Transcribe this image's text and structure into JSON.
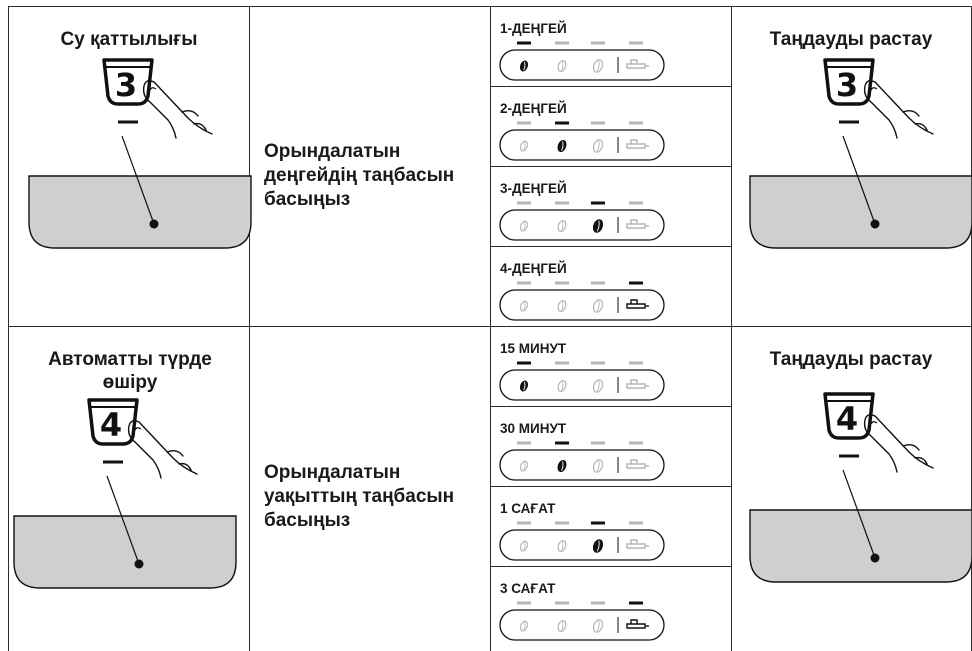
{
  "sections": [
    {
      "id": "water-hardness",
      "title": "Су қаттылығы",
      "button_number": "3",
      "instruction": "Орындалатын деңгейдің таңбасын басыңыз",
      "confirm_title": "Таңдауды растау",
      "confirm_button_number": "3",
      "options": [
        {
          "label": "1-ДЕҢГЕЙ",
          "active_index": 0
        },
        {
          "label": "2-ДЕҢГЕЙ",
          "active_index": 1
        },
        {
          "label": "3-ДЕҢГЕЙ",
          "active_index": 2
        },
        {
          "label": "4-ДЕҢГЕЙ",
          "active_index": 3
        }
      ]
    },
    {
      "id": "auto-off",
      "title": "Автоматты түрде өшіру",
      "button_number": "4",
      "instruction": "Орындалатын уақыттың таңбасын басыңыз",
      "confirm_title": "Таңдауды растау",
      "confirm_button_number": "4",
      "options": [
        {
          "label": "15 МИНУТ",
          "active_index": 0
        },
        {
          "label": "30 МИНУТ",
          "active_index": 1
        },
        {
          "label": "1 САҒАТ",
          "active_index": 2
        },
        {
          "label": "3 САҒАТ",
          "active_index": 3
        }
      ]
    }
  ],
  "colors": {
    "active": "#111111",
    "inactive": "#b5b5b5",
    "screen": "#cfcfcf",
    "line": "#2a2a2a"
  },
  "icons": {
    "button": "numbered-cup-button-icon",
    "finger": "pointing-finger-icon",
    "display": "control-panel-display-icon",
    "bean": "coffee-bean-icon",
    "cup": "cup-icon"
  }
}
